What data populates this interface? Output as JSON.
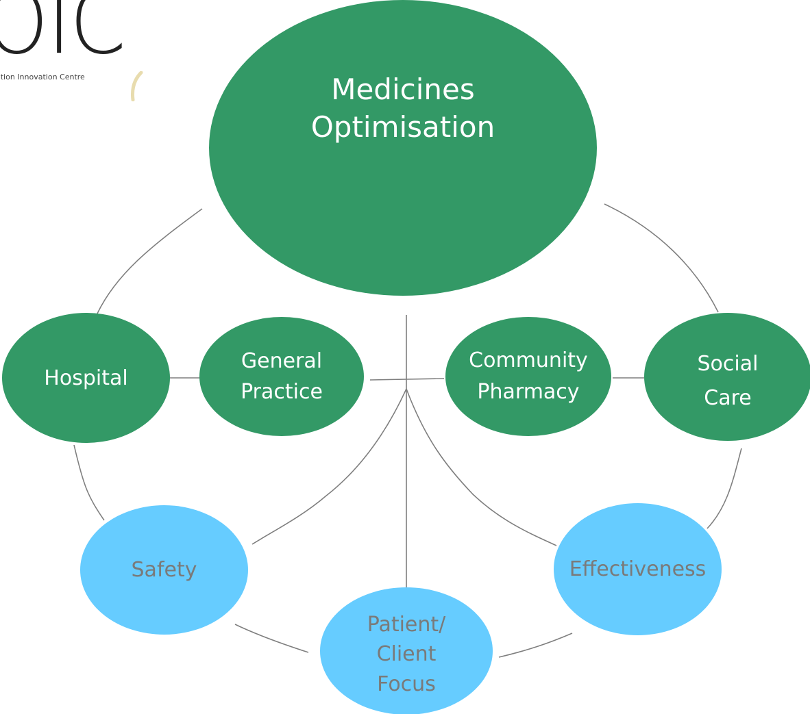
{
  "logo": {
    "mark": "OIC",
    "tagline": "ation Innovation Centre"
  },
  "diagram": {
    "center": "Medicines\nOptimisation",
    "settings": [
      "Hospital",
      "General\nPractice",
      "Community\nPharmacy",
      "Social\nCare"
    ],
    "outcomes": [
      "Safety",
      "Patient/\nClient\nFocus",
      "Effectiveness"
    ]
  },
  "colors": {
    "settings_fill": "#339966",
    "center_fill": "#339966",
    "outcomes_fill": "#66ccff",
    "outcome_text": "#7a7a7a",
    "connector": "#7f7f7f"
  }
}
